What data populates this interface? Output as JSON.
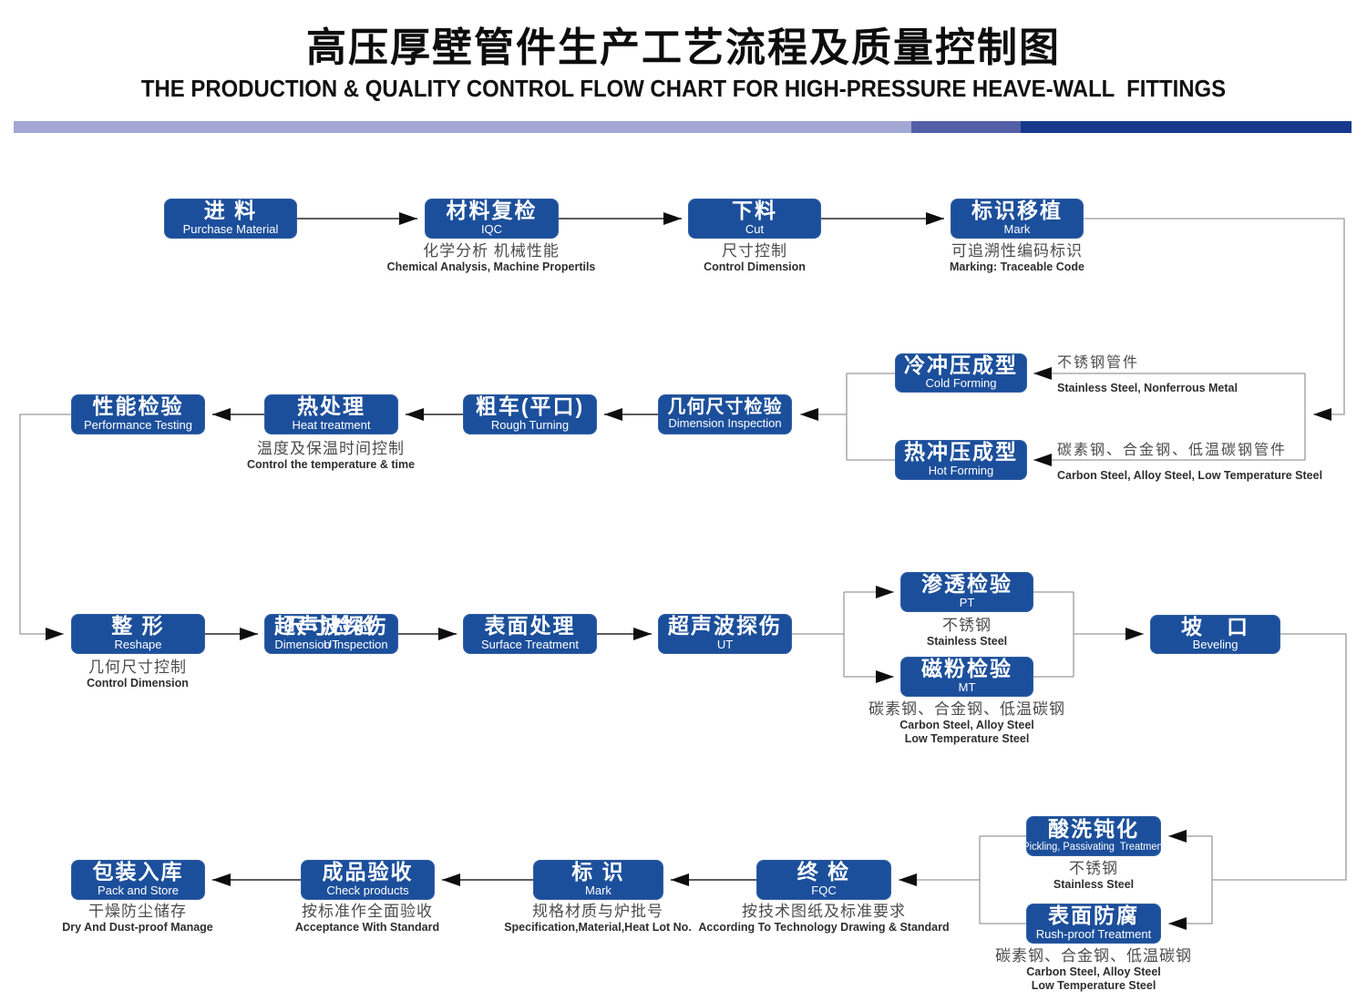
{
  "header": {
    "title_cn": "高压厚壁管件生产工艺流程及质量控制图",
    "title_en": "THE PRODUCTION & QUALITY CONTROL FLOW CHART FOR HIGH-PRESSURE HEAVE-WALL  FITTINGS"
  },
  "colors": {
    "box_blue": "#1c4f9b",
    "bar_light": "#a2a8d3",
    "bar_mid": "#5360a8",
    "bar_dark": "#17388d",
    "line_gray": "#9a9a9a",
    "arrow_black": "#0d0d0d"
  },
  "nodes": {
    "purchase": {
      "cn": "进 料",
      "en": "Purchase Material"
    },
    "iqc": {
      "cn": "材料复检",
      "en": "IQC"
    },
    "cut": {
      "cn": "下料",
      "en": "Cut"
    },
    "mark1": {
      "cn": "标识移植",
      "en": "Mark"
    },
    "cold": {
      "cn": "冷冲压成型",
      "en": "Cold Forming"
    },
    "hot": {
      "cn": "热冲压成型",
      "en": "Hot Forming"
    },
    "dim1": {
      "cn": "几何尺寸检验",
      "en": "Dimension Inspection"
    },
    "rough": {
      "cn": "粗车(平口)",
      "en": "Rough Turning"
    },
    "heat": {
      "cn": "热处理",
      "en": "Heat treatment"
    },
    "perf": {
      "cn": "性能检验",
      "en": "Performance Testing"
    },
    "reshape": {
      "cn": "整 形",
      "en": "Reshape"
    },
    "dim2": {
      "cn": "尺寸检验",
      "en": "Dimension Inspection",
      "ghost_cn": "超声波探伤",
      "ghost_en": "UT"
    },
    "surface": {
      "cn": "表面处理",
      "en": "Surface Treatment"
    },
    "ut": {
      "cn": "超声波探伤",
      "en": "UT"
    },
    "pt": {
      "cn": "渗透检验",
      "en": "PT"
    },
    "mt": {
      "cn": "磁粉检验",
      "en": "MT"
    },
    "bevel": {
      "cn": "坡　口",
      "en": "Beveling"
    },
    "pickling": {
      "cn": "酸洗钝化",
      "en": "Pickling, Passivating  Treatment"
    },
    "rust": {
      "cn": "表面防腐",
      "en": "Rush-proof Treatment"
    },
    "fqc": {
      "cn": "终 检",
      "en": "FQC"
    },
    "mark2": {
      "cn": "标 识",
      "en": "Mark"
    },
    "check": {
      "cn": "成品验收",
      "en": "Check products"
    },
    "pack": {
      "cn": "包装入库",
      "en": "Pack and Store"
    }
  },
  "notes": {
    "iqc": {
      "cn": "化学分析 机械性能",
      "en": "Chemical Analysis, Machine Propertils"
    },
    "cut": {
      "cn": "尺寸控制",
      "en": "Control Dimension"
    },
    "mark1": {
      "cn": "可追溯性编码标识",
      "en": "Marking: Traceable Code"
    },
    "heat": {
      "cn": "温度及保温时间控制",
      "en": "Control the temperature & time"
    },
    "cold": {
      "cn": "不锈钢管件",
      "en": "Stainless Steel, Nonferrous Metal"
    },
    "hot": {
      "cn": "碳素钢、合金钢、低温碳钢管件",
      "en": "Carbon Steel, Alloy Steel, Low Temperature Steel"
    },
    "reshape": {
      "cn": "几何尺寸控制",
      "en": "Control Dimension"
    },
    "pt": {
      "cn": "不锈钢",
      "en": "Stainless Steel"
    },
    "mt": {
      "cn": "碳素钢、合金钢、低温碳钢",
      "en": "Carbon Steel, Alloy Steel",
      "en2": "Low Temperature Steel"
    },
    "pickling": {
      "cn": "不锈钢",
      "en": "Stainless Steel"
    },
    "rust": {
      "cn": "碳素钢、合金钢、低温碳钢",
      "en": "Carbon Steel, Alloy Steel",
      "en2": "Low Temperature Steel"
    },
    "fqc": {
      "cn": "按技术图纸及标准要求",
      "en": "According To Technology Drawing & Standard"
    },
    "mark2": {
      "cn": "规格材质与炉批号",
      "en": "Specification,Material,Heat Lot No."
    },
    "check": {
      "cn": "按标准作全面验收",
      "en": "Acceptance  With  Standard"
    },
    "pack": {
      "cn": "干燥防尘储存",
      "en": "Dry  And Dust-proof  Manage"
    }
  }
}
